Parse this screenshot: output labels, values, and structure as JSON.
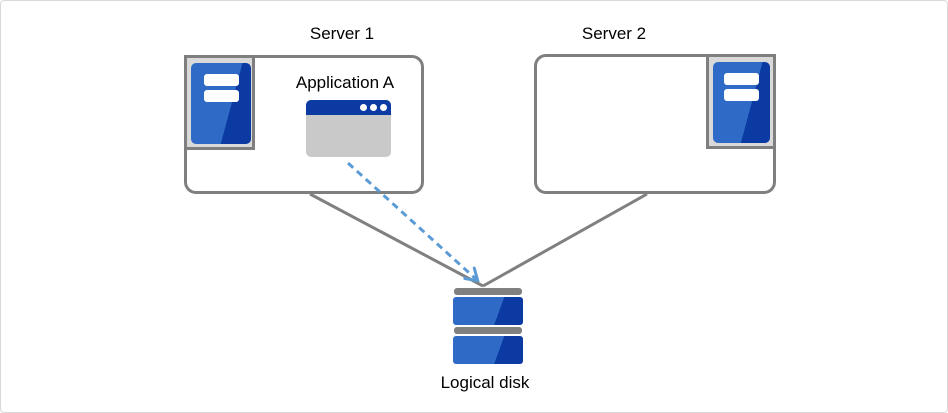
{
  "diagram": {
    "server1": {
      "label": "Server 1"
    },
    "server2": {
      "label": "Server 2"
    },
    "application": {
      "label": "Application A"
    },
    "logical_disk": {
      "label": "Logical disk"
    }
  },
  "icons": {
    "server1_icon": "server-tower-icon",
    "server2_icon": "server-tower-icon",
    "application_icon": "application-window-icon",
    "disk_icon": "logical-disk-icon"
  },
  "colors": {
    "blue_light": "#2e6ac6",
    "blue_dark": "#0b3aa2",
    "connector_gray": "#808080",
    "arrow_blue": "#5b9bd5",
    "box_border": "#7f7f7f",
    "icon_background": "#d9d9d9",
    "window_body": "#c9c9c9",
    "frame_border": "#d9d9d9"
  }
}
